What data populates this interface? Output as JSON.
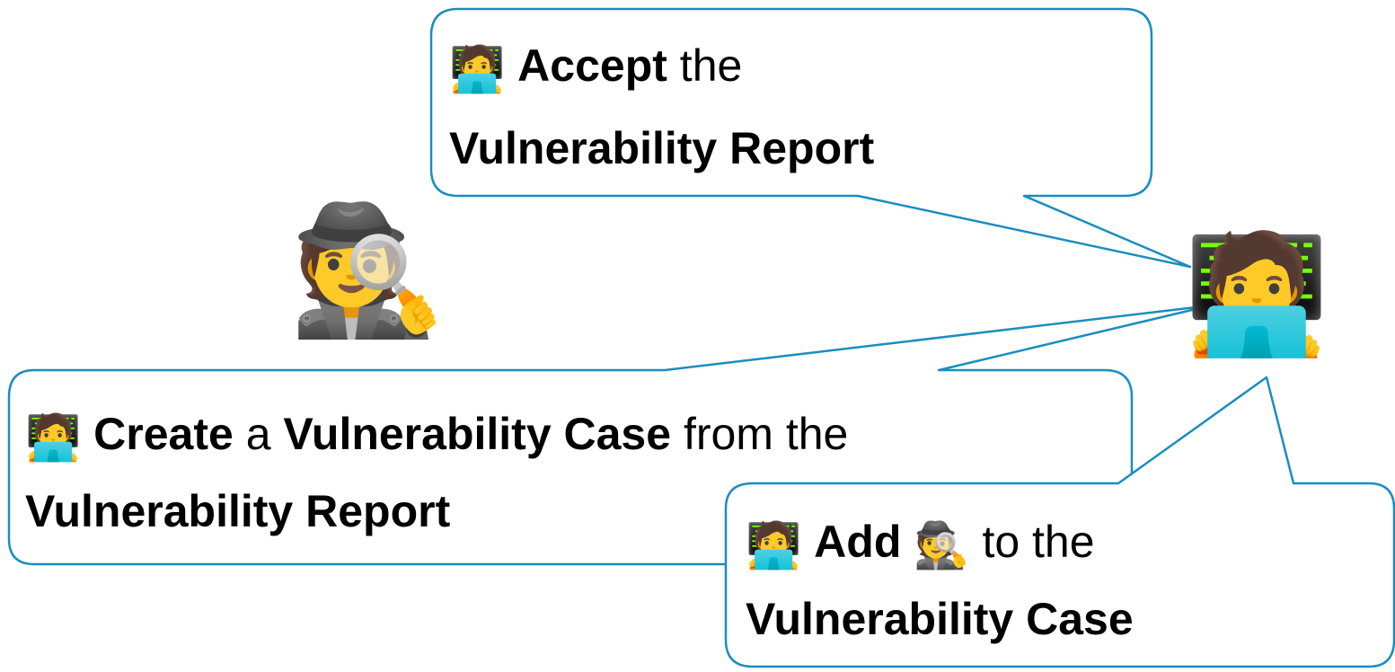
{
  "actors": {
    "coordinator": {
      "icon": "technologist-icon",
      "glyph": "🧑‍💻"
    },
    "finder": {
      "icon": "detective-icon",
      "glyph": "🕵️"
    }
  },
  "bubbles": {
    "accept": {
      "line1": {
        "emoji": "🧑‍💻",
        "verb": "Accept",
        "rest": " the"
      },
      "line2": {
        "object": "Vulnerability Report"
      }
    },
    "create": {
      "line1": {
        "emoji": "🧑‍💻",
        "verb": "Create",
        "mid1": " a ",
        "object1": "Vulnerability Case",
        "mid2": " from the"
      },
      "line2": {
        "object2": "Vulnerability Report"
      }
    },
    "add": {
      "line1": {
        "emoji": "🧑‍💻",
        "verb": "Add",
        "emoji2": "🕵️",
        "rest": " to the"
      },
      "line2": {
        "object": "Vulnerability Case"
      }
    }
  },
  "colors": {
    "outline": "#1a8dbf",
    "text": "#000000"
  }
}
